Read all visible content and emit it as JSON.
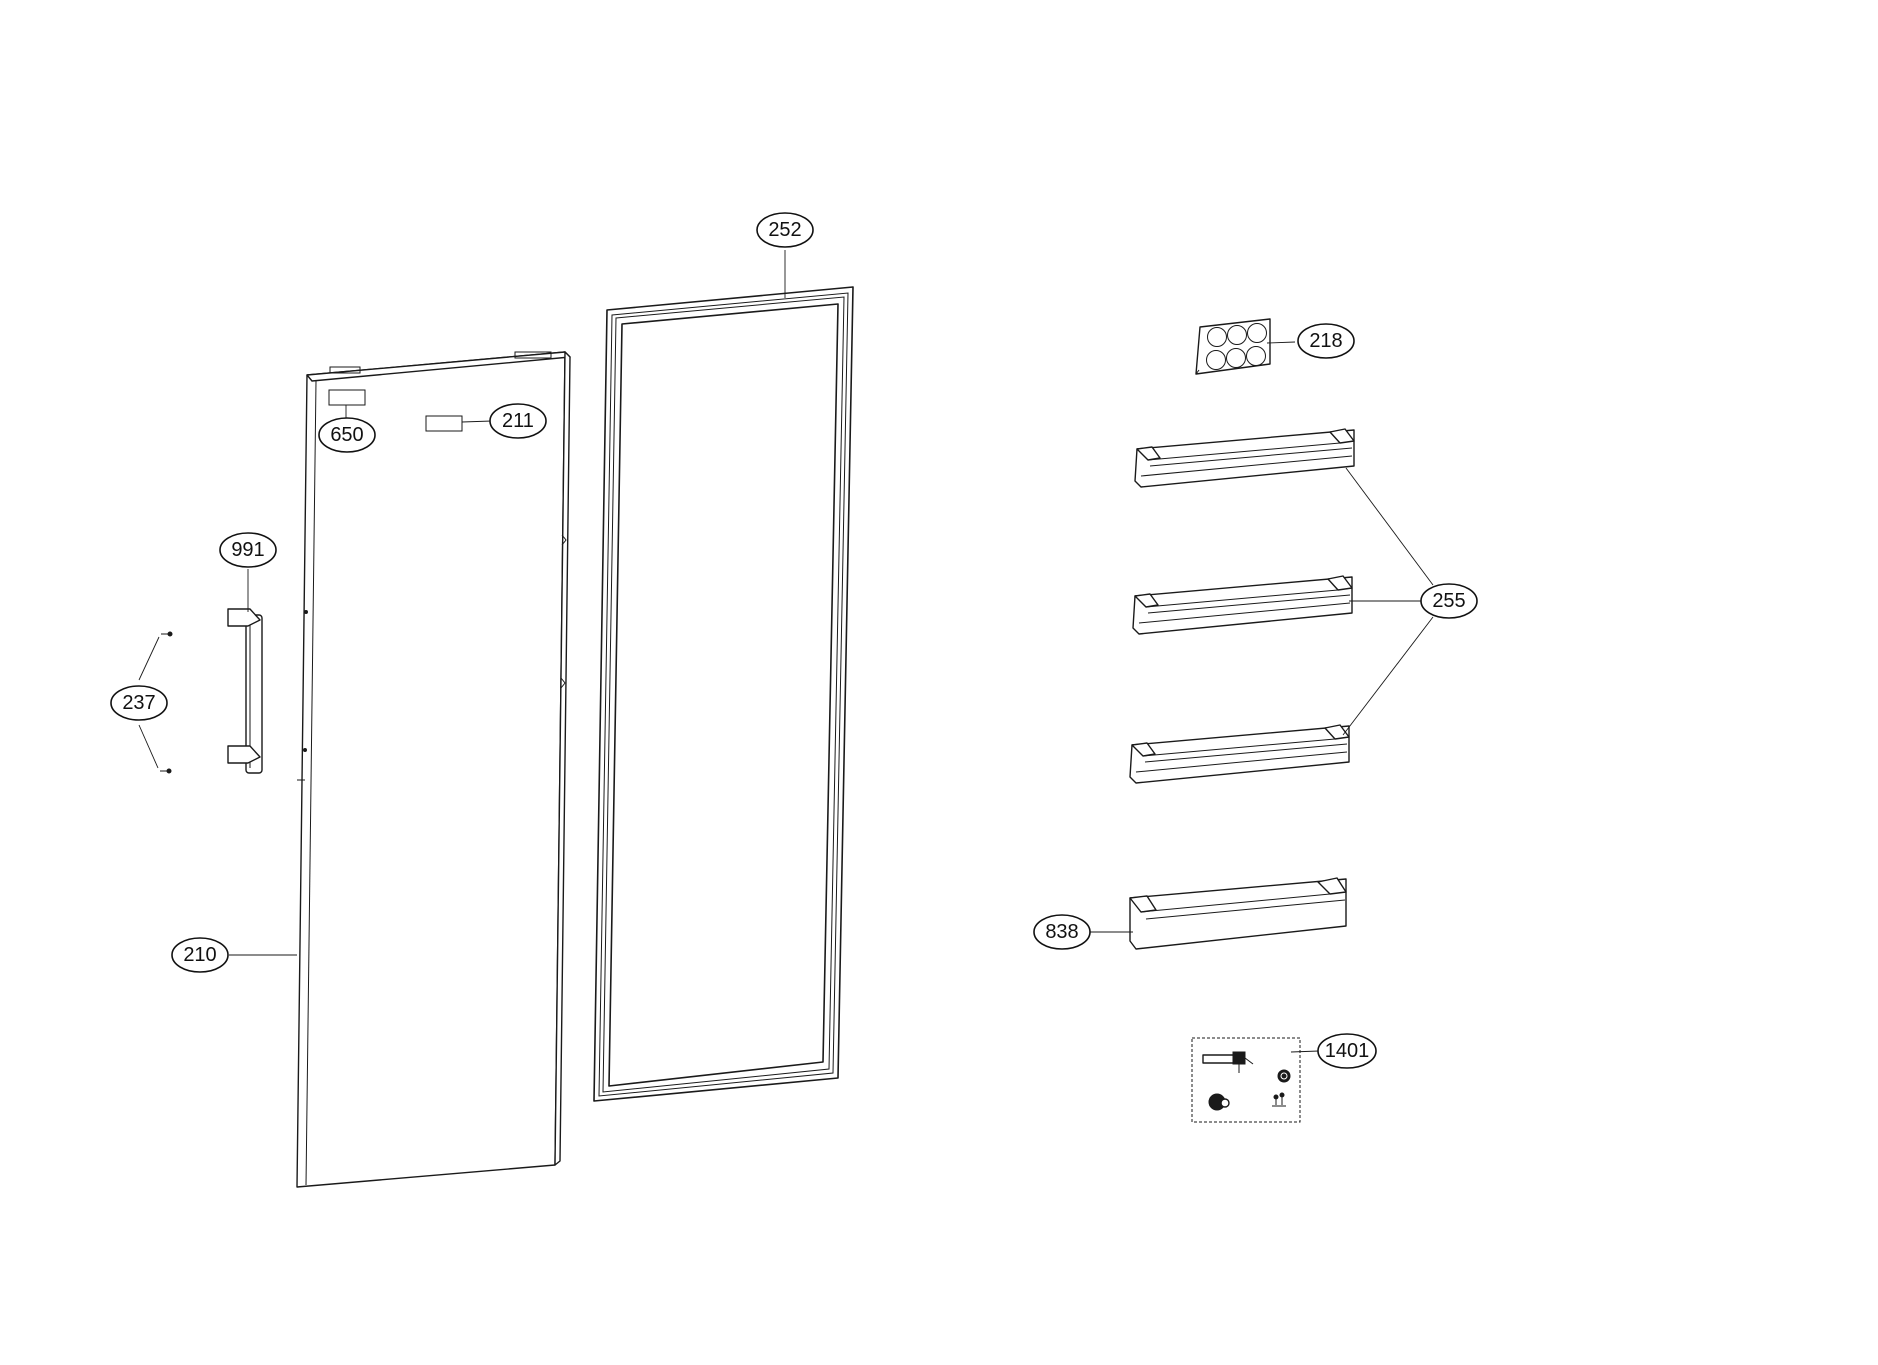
{
  "diagram": {
    "callouts": [
      {
        "id": "c252",
        "label": "252"
      },
      {
        "id": "c218",
        "label": "218"
      },
      {
        "id": "c650",
        "label": "650"
      },
      {
        "id": "c211",
        "label": "211"
      },
      {
        "id": "c991",
        "label": "991"
      },
      {
        "id": "c237",
        "label": "237"
      },
      {
        "id": "c255",
        "label": "255"
      },
      {
        "id": "c210",
        "label": "210"
      },
      {
        "id": "c838",
        "label": "838"
      },
      {
        "id": "c1401",
        "label": "1401"
      }
    ]
  }
}
